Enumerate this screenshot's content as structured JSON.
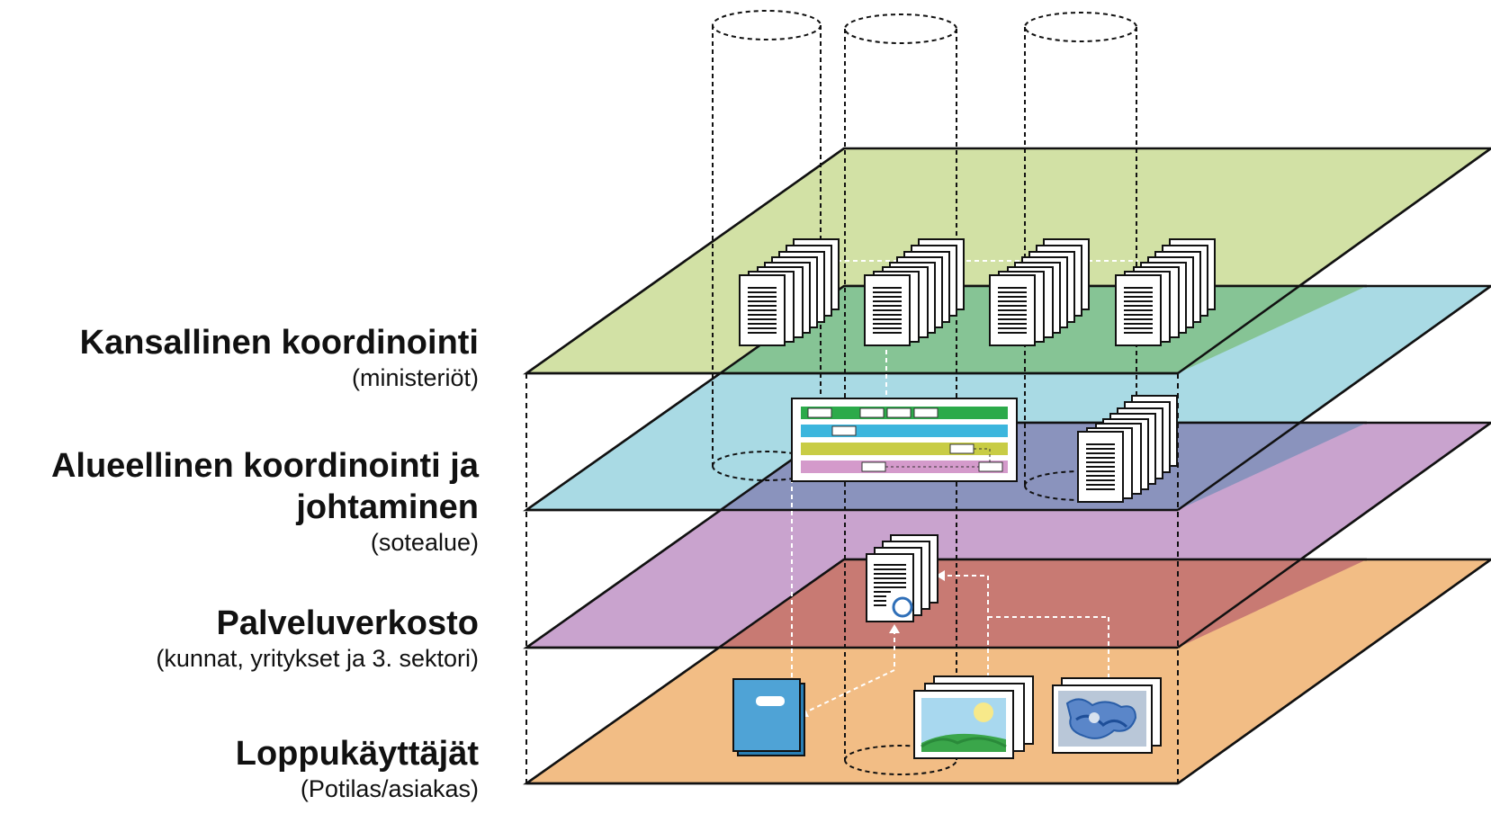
{
  "layers": [
    {
      "id": "national",
      "title_lines": [
        "Kansallinen koordinointi"
      ],
      "subtitle": "(ministeriöt)",
      "color": "#d2e1a5"
    },
    {
      "id": "regional",
      "title_lines": [
        "Alueellinen koordinointi ja",
        "johtaminen"
      ],
      "subtitle": "(sotealue)",
      "color": "#a9dae4"
    },
    {
      "id": "network",
      "title_lines": [
        "Palveluverkosto"
      ],
      "subtitle": "(kunnat, yritykset ja 3. sektori)",
      "color": "#c9a3ce"
    },
    {
      "id": "endusers",
      "title_lines": [
        "Loppukäyttäjät"
      ],
      "subtitle": "(Potilas/asiakas)",
      "color": "#f2bd85"
    }
  ],
  "colors": {
    "overlap_national_regional": "#86c495",
    "overlap_regional_network": "#8a93bd",
    "overlap_network_endusers": "#c87a73",
    "bar_green": "#2caa4a",
    "bar_blue": "#3cb6dd",
    "bar_yellow": "#c8cc45",
    "bar_pink": "#d49acb",
    "device_blue": "#4fa3d6"
  }
}
